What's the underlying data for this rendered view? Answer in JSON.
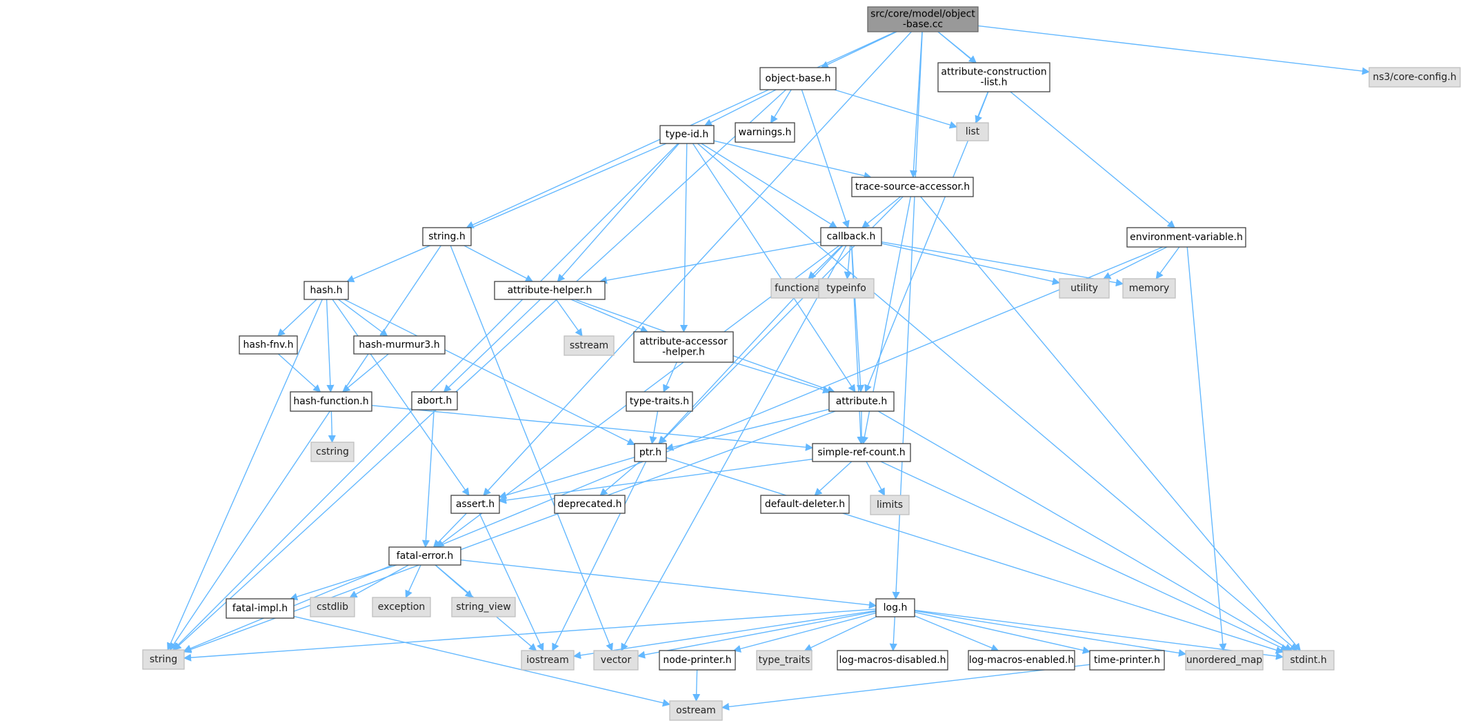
{
  "diagram": {
    "root": "n0",
    "nodes": [
      {
        "id": "n0",
        "lines": [
          "src/core/model/object",
          "-base.cc"
        ],
        "style": "header"
      },
      {
        "id": "n1",
        "lines": [
          "object-base.h"
        ],
        "style": "white"
      },
      {
        "id": "n2",
        "lines": [
          "attribute-construction",
          "-list.h"
        ],
        "style": "white"
      },
      {
        "id": "n3",
        "lines": [
          "ns3/core-config.h"
        ],
        "style": "grey"
      },
      {
        "id": "n4",
        "lines": [
          "list"
        ],
        "style": "grey"
      },
      {
        "id": "n5",
        "lines": [
          "type-id.h"
        ],
        "style": "white"
      },
      {
        "id": "n6",
        "lines": [
          "warnings.h"
        ],
        "style": "white"
      },
      {
        "id": "n7",
        "lines": [
          "trace-source-accessor.h"
        ],
        "style": "white"
      },
      {
        "id": "n8",
        "lines": [
          "string.h"
        ],
        "style": "white"
      },
      {
        "id": "n9",
        "lines": [
          "callback.h"
        ],
        "style": "white"
      },
      {
        "id": "n10",
        "lines": [
          "environment-variable.h"
        ],
        "style": "white"
      },
      {
        "id": "n11",
        "lines": [
          "hash.h"
        ],
        "style": "white"
      },
      {
        "id": "n12",
        "lines": [
          "attribute-helper.h"
        ],
        "style": "white"
      },
      {
        "id": "n13",
        "lines": [
          "functional"
        ],
        "style": "grey"
      },
      {
        "id": "n14",
        "lines": [
          "typeinfo"
        ],
        "style": "grey"
      },
      {
        "id": "n15",
        "lines": [
          "utility"
        ],
        "style": "grey"
      },
      {
        "id": "n16",
        "lines": [
          "memory"
        ],
        "style": "grey"
      },
      {
        "id": "n17",
        "lines": [
          "hash-fnv.h"
        ],
        "style": "white"
      },
      {
        "id": "n18",
        "lines": [
          "hash-murmur3.h"
        ],
        "style": "white"
      },
      {
        "id": "n19",
        "lines": [
          "sstream"
        ],
        "style": "grey"
      },
      {
        "id": "n20",
        "lines": [
          "attribute-accessor",
          "-helper.h"
        ],
        "style": "white"
      },
      {
        "id": "n21",
        "lines": [
          "hash-function.h"
        ],
        "style": "white"
      },
      {
        "id": "n22",
        "lines": [
          "abort.h"
        ],
        "style": "white"
      },
      {
        "id": "n23",
        "lines": [
          "type-traits.h"
        ],
        "style": "white"
      },
      {
        "id": "n24",
        "lines": [
          "attribute.h"
        ],
        "style": "white"
      },
      {
        "id": "n25",
        "lines": [
          "cstring"
        ],
        "style": "grey"
      },
      {
        "id": "n26",
        "lines": [
          "ptr.h"
        ],
        "style": "white"
      },
      {
        "id": "n27",
        "lines": [
          "simple-ref-count.h"
        ],
        "style": "white"
      },
      {
        "id": "n28",
        "lines": [
          "assert.h"
        ],
        "style": "white"
      },
      {
        "id": "n29",
        "lines": [
          "deprecated.h"
        ],
        "style": "white"
      },
      {
        "id": "n30",
        "lines": [
          "default-deleter.h"
        ],
        "style": "white"
      },
      {
        "id": "n31",
        "lines": [
          "limits"
        ],
        "style": "grey"
      },
      {
        "id": "n32",
        "lines": [
          "fatal-error.h"
        ],
        "style": "white"
      },
      {
        "id": "n33",
        "lines": [
          "fatal-impl.h"
        ],
        "style": "white"
      },
      {
        "id": "n34",
        "lines": [
          "cstdlib"
        ],
        "style": "grey"
      },
      {
        "id": "n35",
        "lines": [
          "exception"
        ],
        "style": "grey"
      },
      {
        "id": "n36",
        "lines": [
          "string_view"
        ],
        "style": "grey"
      },
      {
        "id": "n37",
        "lines": [
          "log.h"
        ],
        "style": "white"
      },
      {
        "id": "n38",
        "lines": [
          "string"
        ],
        "style": "grey"
      },
      {
        "id": "n39",
        "lines": [
          "iostream"
        ],
        "style": "grey"
      },
      {
        "id": "n40",
        "lines": [
          "vector"
        ],
        "style": "grey"
      },
      {
        "id": "n41",
        "lines": [
          "node-printer.h"
        ],
        "style": "white"
      },
      {
        "id": "n42",
        "lines": [
          "type_traits"
        ],
        "style": "grey"
      },
      {
        "id": "n43",
        "lines": [
          "log-macros-disabled.h"
        ],
        "style": "white"
      },
      {
        "id": "n44",
        "lines": [
          "log-macros-enabled.h"
        ],
        "style": "white"
      },
      {
        "id": "n45",
        "lines": [
          "time-printer.h"
        ],
        "style": "white"
      },
      {
        "id": "n46",
        "lines": [
          "unordered_map"
        ],
        "style": "grey"
      },
      {
        "id": "n47",
        "lines": [
          "stdint.h"
        ],
        "style": "grey"
      },
      {
        "id": "n48",
        "lines": [
          "ostream"
        ],
        "style": "grey"
      }
    ],
    "edges": [
      [
        "n0",
        "n1"
      ],
      [
        "n0",
        "n2"
      ],
      [
        "n0",
        "n3"
      ],
      [
        "n0",
        "n7"
      ],
      [
        "n0",
        "n8"
      ],
      [
        "n0",
        "n10"
      ],
      [
        "n0",
        "n28"
      ],
      [
        "n0",
        "n37"
      ],
      [
        "n1",
        "n38"
      ],
      [
        "n1",
        "n4"
      ],
      [
        "n1",
        "n5"
      ],
      [
        "n1",
        "n6"
      ],
      [
        "n1",
        "n9"
      ],
      [
        "n2",
        "n4"
      ],
      [
        "n2",
        "n24"
      ],
      [
        "n5",
        "n7"
      ],
      [
        "n5",
        "n9"
      ],
      [
        "n5",
        "n11"
      ],
      [
        "n5",
        "n12"
      ],
      [
        "n5",
        "n20"
      ],
      [
        "n5",
        "n24"
      ],
      [
        "n5",
        "n38"
      ],
      [
        "n5",
        "n47"
      ],
      [
        "n7",
        "n9"
      ],
      [
        "n7",
        "n26"
      ],
      [
        "n7",
        "n27"
      ],
      [
        "n7",
        "n47"
      ],
      [
        "n8",
        "n12"
      ],
      [
        "n8",
        "n38"
      ],
      [
        "n8",
        "n40"
      ],
      [
        "n9",
        "n12"
      ],
      [
        "n9",
        "n13"
      ],
      [
        "n9",
        "n14"
      ],
      [
        "n9",
        "n15"
      ],
      [
        "n9",
        "n16"
      ],
      [
        "n9",
        "n24"
      ],
      [
        "n9",
        "n26"
      ],
      [
        "n9",
        "n27"
      ],
      [
        "n9",
        "n32"
      ],
      [
        "n9",
        "n40"
      ],
      [
        "n10",
        "n15"
      ],
      [
        "n10",
        "n16"
      ],
      [
        "n10",
        "n38"
      ],
      [
        "n10",
        "n46"
      ],
      [
        "n11",
        "n17"
      ],
      [
        "n11",
        "n18"
      ],
      [
        "n11",
        "n21"
      ],
      [
        "n11",
        "n26"
      ],
      [
        "n11",
        "n28"
      ],
      [
        "n11",
        "n38"
      ],
      [
        "n12",
        "n19"
      ],
      [
        "n12",
        "n20"
      ],
      [
        "n12",
        "n22"
      ],
      [
        "n12",
        "n24"
      ],
      [
        "n17",
        "n21"
      ],
      [
        "n18",
        "n21"
      ],
      [
        "n20",
        "n23"
      ],
      [
        "n20",
        "n24"
      ],
      [
        "n21",
        "n25"
      ],
      [
        "n21",
        "n27"
      ],
      [
        "n22",
        "n32"
      ],
      [
        "n23",
        "n26"
      ],
      [
        "n24",
        "n26"
      ],
      [
        "n24",
        "n27"
      ],
      [
        "n24",
        "n38"
      ],
      [
        "n24",
        "n47"
      ],
      [
        "n26",
        "n28"
      ],
      [
        "n26",
        "n29"
      ],
      [
        "n26",
        "n39"
      ],
      [
        "n26",
        "n47"
      ],
      [
        "n27",
        "n28"
      ],
      [
        "n27",
        "n30"
      ],
      [
        "n27",
        "n31"
      ],
      [
        "n27",
        "n47"
      ],
      [
        "n28",
        "n32"
      ],
      [
        "n28",
        "n39"
      ],
      [
        "n32",
        "n33"
      ],
      [
        "n32",
        "n34"
      ],
      [
        "n32",
        "n35"
      ],
      [
        "n32",
        "n36"
      ],
      [
        "n32",
        "n37"
      ],
      [
        "n32",
        "n39"
      ],
      [
        "n33",
        "n48"
      ],
      [
        "n37",
        "n38"
      ],
      [
        "n37",
        "n39"
      ],
      [
        "n37",
        "n40"
      ],
      [
        "n37",
        "n41"
      ],
      [
        "n37",
        "n42"
      ],
      [
        "n37",
        "n43"
      ],
      [
        "n37",
        "n44"
      ],
      [
        "n37",
        "n45"
      ],
      [
        "n37",
        "n46"
      ],
      [
        "n37",
        "n47"
      ],
      [
        "n41",
        "n48"
      ],
      [
        "n45",
        "n48"
      ]
    ]
  }
}
